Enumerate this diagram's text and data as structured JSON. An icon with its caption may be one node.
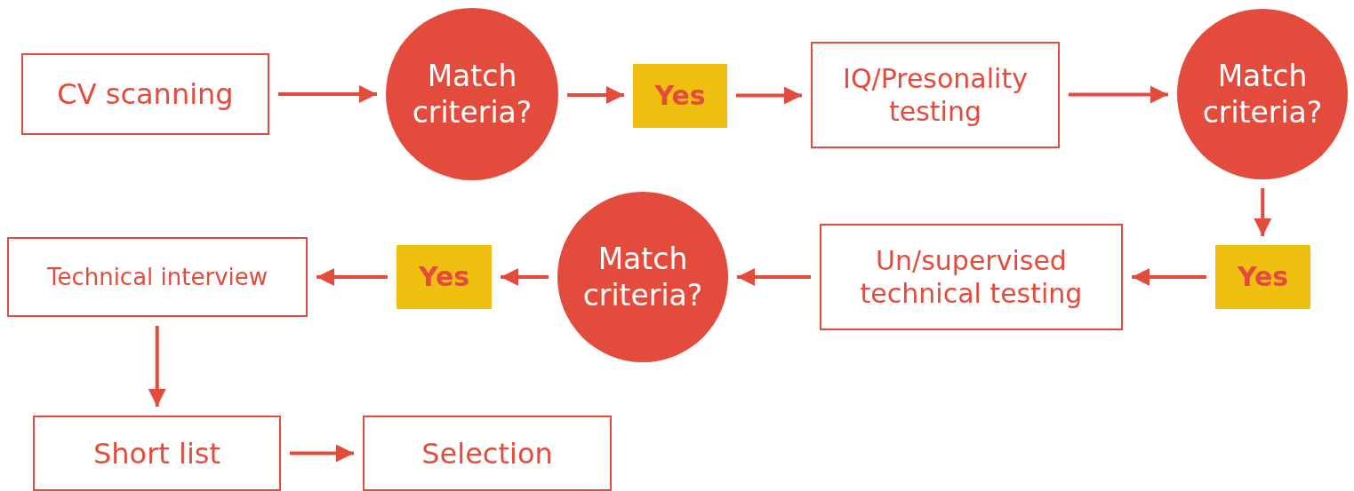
{
  "diagram": {
    "nodes": [
      {
        "text": [
          "CV scanning"
        ]
      },
      {
        "text": [
          "Match criteria?"
        ]
      },
      {
        "text": [
          "Yes"
        ]
      },
      {
        "text": [
          "IQ/Presonality testing"
        ]
      },
      {
        "text": [
          "Match criteria?"
        ]
      },
      {
        "text": [
          "Yes"
        ]
      },
      {
        "text": [
          "Un/supervised technical testing"
        ]
      },
      {
        "text": [
          "Match criteria?"
        ]
      },
      {
        "text": [
          "Yes"
        ]
      },
      {
        "text": [
          "Technical interview"
        ]
      },
      {
        "text": [
          "Short list"
        ]
      },
      {
        "text": [
          "Selection"
        ]
      }
    ],
    "edges": [
      {
        "from": 0,
        "to": 1,
        "arrow": "to"
      },
      {
        "from": 1,
        "to": 2,
        "arrow": "to"
      },
      {
        "from": 2,
        "to": 3,
        "arrow": "to"
      },
      {
        "from": 3,
        "to": 4,
        "arrow": "to"
      },
      {
        "from": 4,
        "to": 5,
        "arrow": "to"
      },
      {
        "from": 5,
        "to": 6,
        "arrow": "to"
      },
      {
        "from": 6,
        "to": 7,
        "arrow": "to"
      },
      {
        "from": 7,
        "to": 8,
        "arrow": "to"
      },
      {
        "from": 8,
        "to": 9,
        "arrow": "to"
      },
      {
        "from": 9,
        "to": 10,
        "arrow": "to"
      },
      {
        "from": 10,
        "to": 11,
        "arrow": "to"
      }
    ]
  }
}
